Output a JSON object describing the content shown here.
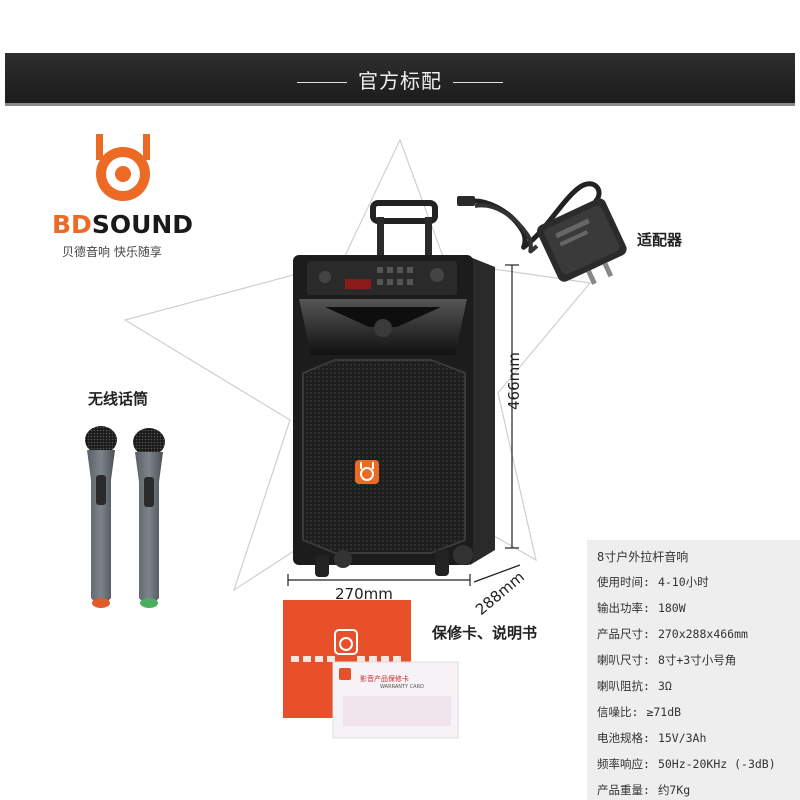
{
  "banner": {
    "title": "官方标配"
  },
  "logo": {
    "brand_prefix": "BD",
    "brand_suffix": "SOUND",
    "tagline": "贝德音响 快乐随享"
  },
  "labels": {
    "adapter": "适配器",
    "microphone": "无线话筒",
    "warranty": "保修卡、说明书"
  },
  "dimensions": {
    "height": "466mm",
    "width": "270mm",
    "depth": "288mm"
  },
  "warranty_card": {
    "title": "影音产品保修卡",
    "subtitle": "WARRANTY CARD"
  },
  "specs": {
    "title": "8寸户外拉杆音响",
    "rows": [
      {
        "label": "使用时间:",
        "value": "4-10小时"
      },
      {
        "label": "输出功率:",
        "value": "180W"
      },
      {
        "label": "产品尺寸:",
        "value": "270x288x466mm"
      },
      {
        "label": "喇叭尺寸:",
        "value": "8寸+3寸小号角"
      },
      {
        "label": "喇叭阻抗:",
        "value": "3Ω"
      },
      {
        "label": "信噪比:",
        "value": "≥71dB"
      },
      {
        "label": "电池规格:",
        "value": "15V/3Ah"
      },
      {
        "label": "频率响应:",
        "value": "50Hz-20KHz (-3dB)"
      },
      {
        "label": "产品重量:",
        "value": "约7Kg"
      }
    ]
  },
  "colors": {
    "brand_orange": "#ec6a24",
    "banner_bg": "#262626",
    "spec_bg": "#eeeeee"
  }
}
